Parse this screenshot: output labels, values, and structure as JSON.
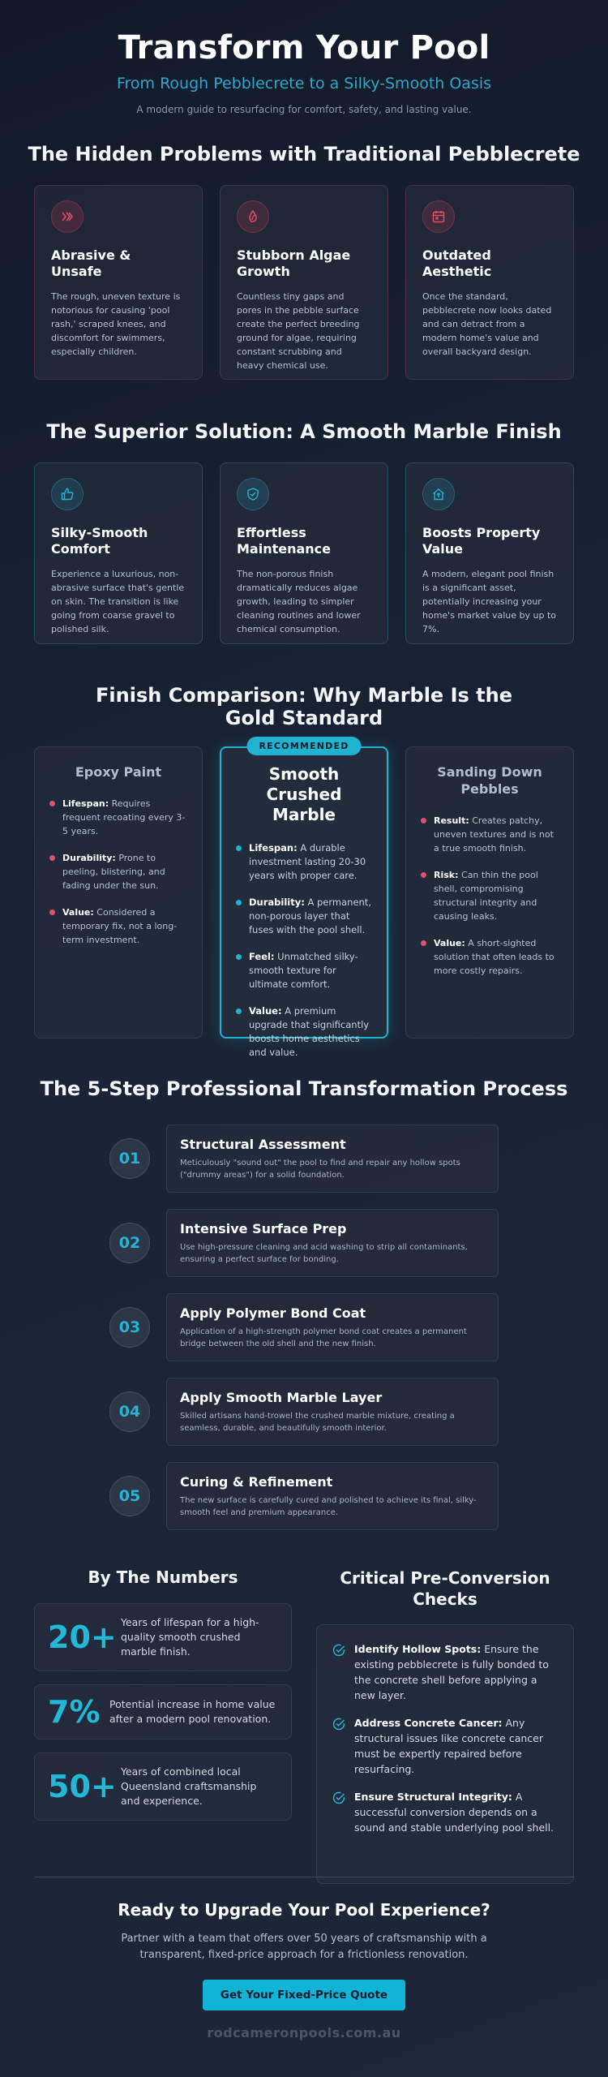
{
  "hero": {
    "title": "Transform Your Pool",
    "subtitle": "From Rough Pebblecrete to a Silky-Smooth Oasis",
    "lead": "A modern guide to resurfacing for comfort, safety, and lasting value."
  },
  "problems": {
    "title": "The Hidden Problems with Traditional Pebblecrete",
    "cards": [
      {
        "icon": "scrape-icon",
        "title": "Abrasive & Unsafe",
        "text": "The rough, uneven texture is notorious for causing 'pool rash,' scraped knees, and discomfort for swimmers, especially children."
      },
      {
        "icon": "algae-icon",
        "title": "Stubborn Algae Growth",
        "text": "Countless tiny gaps and pores in the pebble surface create the perfect breeding ground for algae, requiring constant scrubbing and heavy chemical use."
      },
      {
        "icon": "calendar-icon",
        "title": "Outdated Aesthetic",
        "text": "Once the standard, pebblecrete now looks dated and can detract from a modern home's value and overall backyard design."
      }
    ]
  },
  "solutions": {
    "title": "The Superior Solution: A Smooth Marble Finish",
    "cards": [
      {
        "icon": "thumbs-up-icon",
        "title": "Silky-Smooth Comfort",
        "text": "Experience a luxurious, non-abrasive surface that's gentle on skin. The transition is like going from coarse gravel to polished silk."
      },
      {
        "icon": "shield-check-icon",
        "title": "Effortless Maintenance",
        "text": "The non-porous finish dramatically reduces algae growth, leading to simpler cleaning routines and lower chemical consumption."
      },
      {
        "icon": "house-value-icon",
        "title": "Boosts Property Value",
        "text": "A modern, elegant pool finish is a significant asset, potentially increasing your home's market value by up to 7%."
      }
    ]
  },
  "comparison": {
    "title": "Finish Comparison: Why Marble Is the Gold Standard",
    "badge": "RECOMMENDED",
    "epoxy": {
      "title": "Epoxy Paint",
      "items": [
        {
          "label": "Lifespan:",
          "text": " Requires frequent recoating every 3-5 years."
        },
        {
          "label": "Durability:",
          "text": " Prone to peeling, blistering, and fading under the sun."
        },
        {
          "label": "Value:",
          "text": " Considered a temporary fix, not a long-term investment."
        }
      ]
    },
    "marble": {
      "title": "Smooth Crushed Marble",
      "items": [
        {
          "label": "Lifespan:",
          "text": " A durable investment lasting 20-30 years with proper care."
        },
        {
          "label": "Durability:",
          "text": " A permanent, non-porous layer that fuses with the pool shell."
        },
        {
          "label": "Feel:",
          "text": " Unmatched silky-smooth texture for ultimate comfort."
        },
        {
          "label": "Value:",
          "text": " A premium upgrade that significantly boosts home aesthetics and value."
        }
      ]
    },
    "sanding": {
      "title": "Sanding Down Pebbles",
      "items": [
        {
          "label": "Result:",
          "text": " Creates patchy, uneven textures and is not a true smooth finish."
        },
        {
          "label": "Risk:",
          "text": " Can thin the pool shell, compromising structural integrity and causing leaks."
        },
        {
          "label": "Value:",
          "text": " A short-sighted solution that often leads to more costly repairs."
        }
      ]
    }
  },
  "process": {
    "title": "The 5-Step Professional Transformation Process",
    "steps": [
      {
        "num": "01",
        "title": "Structural Assessment",
        "text": "Meticulously \"sound out\" the pool to find and repair any hollow spots (\"drummy areas\") for a solid foundation."
      },
      {
        "num": "02",
        "title": "Intensive Surface Prep",
        "text": "Use high-pressure cleaning and acid washing to strip all contaminants, ensuring a perfect surface for bonding."
      },
      {
        "num": "03",
        "title": "Apply Polymer Bond Coat",
        "text": "Application of a high-strength polymer bond coat creates a permanent bridge between the old shell and the new finish."
      },
      {
        "num": "04",
        "title": "Apply Smooth Marble Layer",
        "text": "Skilled artisans hand-trowel the crushed marble mixture, creating a seamless, durable, and beautifully smooth interior."
      },
      {
        "num": "05",
        "title": "Curing & Refinement",
        "text": "The new surface is carefully cured and polished to achieve its final, silky-smooth feel and premium appearance."
      }
    ]
  },
  "numbers": {
    "title": "By The Numbers",
    "stats": [
      {
        "value": "20+",
        "text": "Years of lifespan for a high-quality smooth crushed marble finish."
      },
      {
        "value": "7%",
        "text": "Potential increase in home value after a modern pool renovation."
      },
      {
        "value": "50+",
        "text": "Years of combined local Queensland craftsmanship and experience."
      }
    ]
  },
  "checks": {
    "title": "Critical Pre-Conversion Checks",
    "items": [
      {
        "label": "Identify Hollow Spots:",
        "text": " Ensure the existing pebblecrete is fully bonded to the concrete shell before applying a new layer."
      },
      {
        "label": "Address Concrete Cancer:",
        "text": " Any structural issues like concrete cancer must be expertly repaired before resurfacing."
      },
      {
        "label": "Ensure Structural Integrity:",
        "text": " A successful conversion depends on a sound and stable underlying pool shell."
      }
    ]
  },
  "cta": {
    "title": "Ready to Upgrade Your Pool Experience?",
    "text": "Partner with a team that offers over 50 years of craftsmanship with a transparent, fixed-price approach for a frictionless renovation.",
    "button": "Get Your Fixed-Price Quote"
  },
  "footer": {
    "domain": "rodcameronpools.com.au"
  },
  "colors": {
    "accent": "#1fb3d0",
    "danger": "#e2506a",
    "background": "#1a2436"
  }
}
